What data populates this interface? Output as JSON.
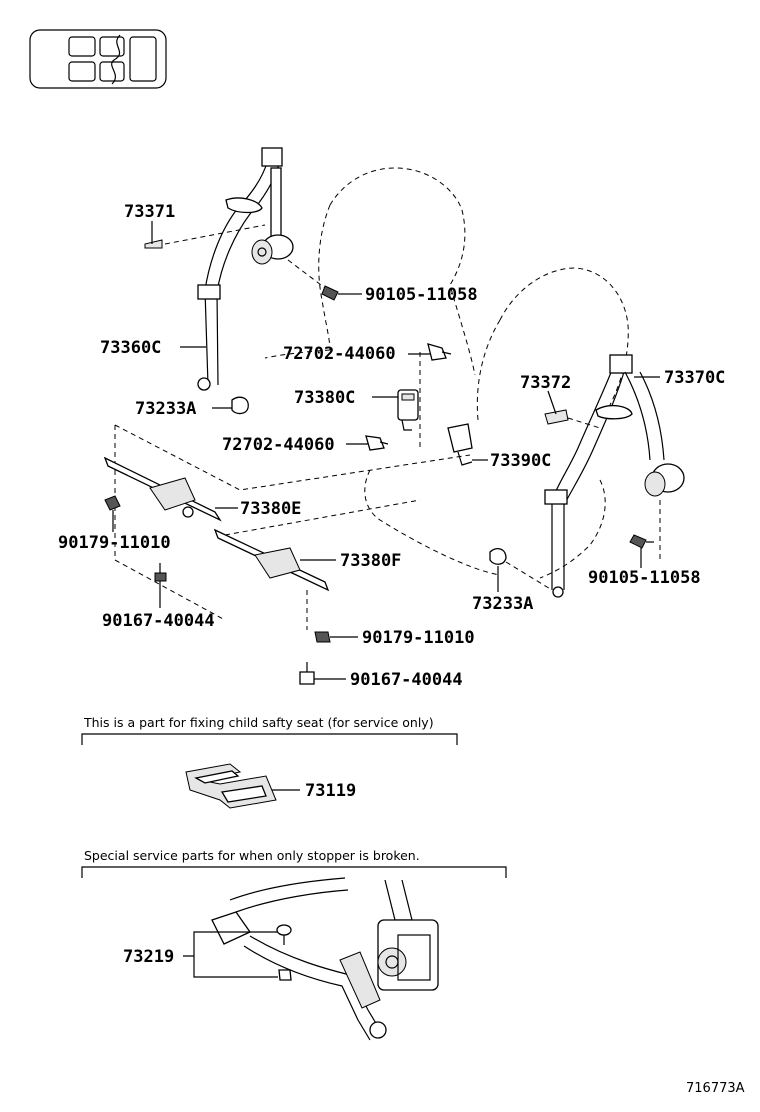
{
  "labels": {
    "l73371": "73371",
    "l90105_a": "90105-11058",
    "l73360c": "73360C",
    "l72702_a": "72702-44060",
    "l73380c": "73380C",
    "l73372": "73372",
    "l73370c": "73370C",
    "l73233a_a": "73233A",
    "l72702_b": "72702-44060",
    "l73390c": "73390C",
    "l73380e": "73380E",
    "l90179_a": "90179-11010",
    "l73380f": "73380F",
    "l90105_b": "90105-11058",
    "l90167_a": "90167-40044",
    "l73233a_b": "73233A",
    "l90179_b": "90179-11010",
    "l90167_b": "90167-40044",
    "l73119": "73119",
    "l73219": "73219"
  },
  "notes": {
    "child_seat": "This is a part for fixing child safty seat (for service only)",
    "stopper": "Special service parts for when only stopper is broken."
  },
  "reference": "716773A",
  "icons": [
    "vehicle-seat-layout-icon"
  ]
}
